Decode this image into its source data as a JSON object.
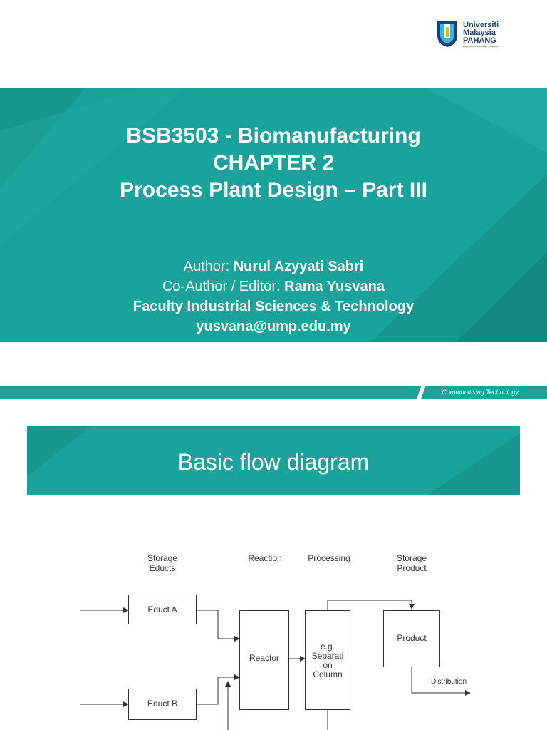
{
  "logo": {
    "line1": "Universiti",
    "line2": "Malaysia",
    "line3": "PAHANG",
    "tagline": "Engineering • Technology • Creativity"
  },
  "title": {
    "line1": "BSB3503 - Biomanufacturing",
    "line2": "CHAPTER 2",
    "line3": "Process Plant Design – Part III"
  },
  "author": {
    "author_label": "Author: ",
    "author_name": "Nurul Azyyati Sabri",
    "coauthor_label": "Co-Author / Editor: ",
    "coauthor_name": "Rama Yusvana",
    "faculty": "Faculty Industrial Sciences & Technology",
    "email": "yusvana@ump.edu.my"
  },
  "footer": {
    "tagline": "Communitising Technology"
  },
  "slide2": {
    "title": "Basic flow diagram",
    "columns": {
      "storage_educts_1": "Storage",
      "storage_educts_2": "Educts",
      "reaction": "Reaction",
      "processing": "Processing",
      "storage_product_1": "Storage",
      "storage_product_2": "Product"
    },
    "boxes": {
      "educt_a": "Educt A",
      "educt_b": "Educt B",
      "reactor": "Reactor",
      "separation_1": "e.g.",
      "separation_2": "Separati",
      "separation_3": "on",
      "separation_4": "Column",
      "product": "Product"
    },
    "distribution": "Distribution"
  },
  "colors": {
    "teal": "#1aa39a",
    "logo_blue": "#1d3f7a"
  }
}
